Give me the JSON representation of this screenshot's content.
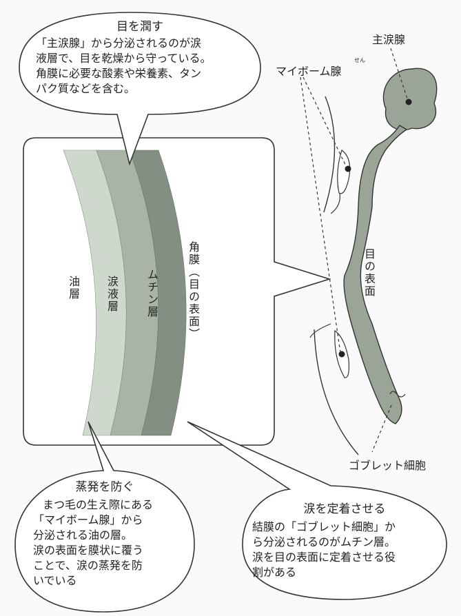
{
  "bubbles": {
    "top": {
      "title": "目を潤す",
      "lines": [
        "「主涙腺」から分泌されるのが涙",
        "液層で、目を乾燥から守っている。",
        "角膜に必要な酸素や栄養素、タン",
        "パク質などを含む。"
      ]
    },
    "bottom_left": {
      "title": "蒸発を防ぐ",
      "lines": [
        "まつ毛の生え際にある",
        "「マイボーム腺」から",
        "分泌される油の層。",
        "涙の表面を膜状に覆う",
        "ことで、涙の蒸発を防",
        "いでいる"
      ]
    },
    "bottom_right": {
      "title": "涙を定着させる",
      "lines": [
        "結膜の「ゴブレット細胞」か",
        "ら分泌されるのがムチン層。",
        "涙を目の表面に定着させる役",
        "割がある"
      ]
    }
  },
  "layers": {
    "oil": "油層",
    "tear": "涙液層",
    "mucin": "ムチン層",
    "cornea": "角膜（目の表面）"
  },
  "labels": {
    "main_gland": "主涙腺",
    "meibomian": "マイボーム腺",
    "meibomian_furigana": "せん",
    "eye_surface": "目の表面",
    "goblet": "ゴブレット細胞"
  },
  "colors": {
    "oil_layer": "#cfd8cc",
    "tear_layer": "#a9b4a6",
    "mucin_layer": "#838f82",
    "gland": "#9aa597"
  }
}
